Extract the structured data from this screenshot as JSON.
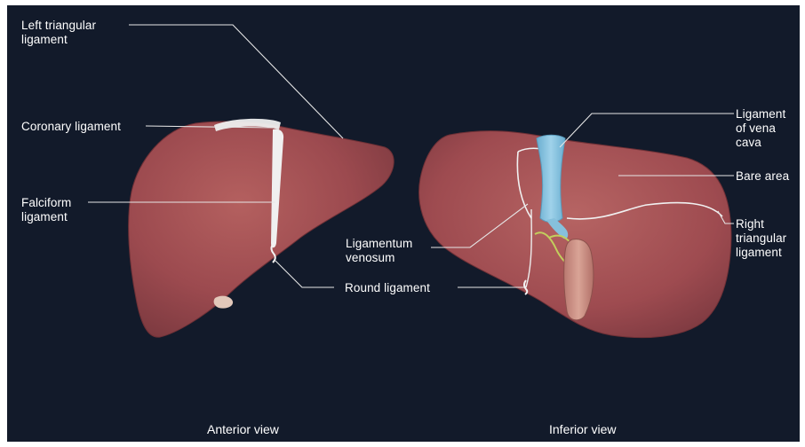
{
  "labels": {
    "left_triangular": "Left triangular\nligament",
    "coronary": "Coronary ligament",
    "falciform": "Falciform\nligament",
    "round": "Round ligament",
    "ligamentum_venosum": "Ligamentum\nvenosum",
    "vena_cava": "Ligament\nof vena\ncava",
    "bare_area": "Bare area",
    "right_triangular": "Right\ntriangular\nligament"
  },
  "captions": {
    "anterior": "Anterior view",
    "inferior": "Inferior view"
  },
  "colors": {
    "background": "#121a2a",
    "liver": "#a24e52",
    "ligament": "#f2f2f2",
    "vena_cava": "#87c3df",
    "gallbladder": "#c98c82",
    "bile_duct": "#b9c85a"
  }
}
